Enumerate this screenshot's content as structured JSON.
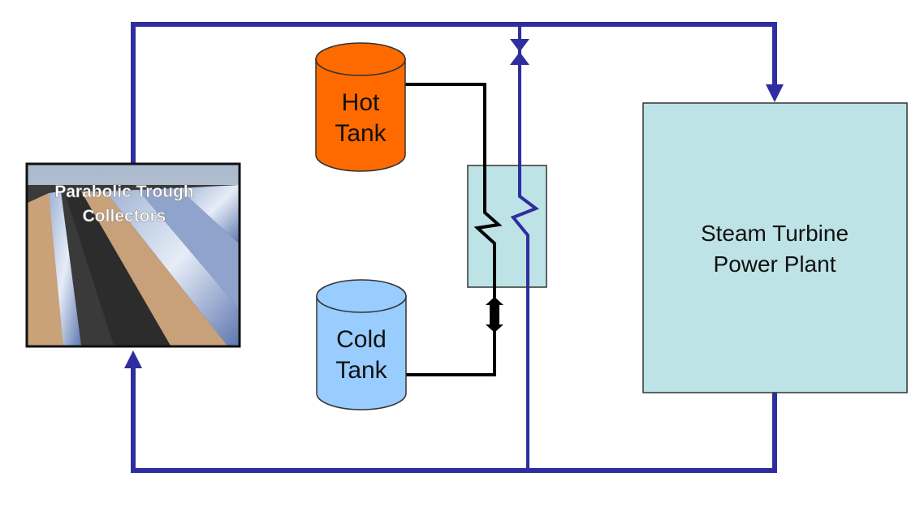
{
  "diagram": {
    "collectors": {
      "label_line1": "Parabolic Trough",
      "label_line2": "Collectors"
    },
    "hot_tank": {
      "label_line1": "Hot",
      "label_line2": "Tank",
      "color": "#ff6a00"
    },
    "cold_tank": {
      "label_line1": "Cold",
      "label_line2": "Tank",
      "color": "#99ccff"
    },
    "heat_exchanger": {
      "color": "#bde3e6"
    },
    "power_plant": {
      "label_line1": "Steam Turbine",
      "label_line2": "Power Plant",
      "color": "#bde3e6"
    },
    "colors": {
      "htf_pipe": "#2e2ea0",
      "salt_pipe": "#000000"
    }
  }
}
